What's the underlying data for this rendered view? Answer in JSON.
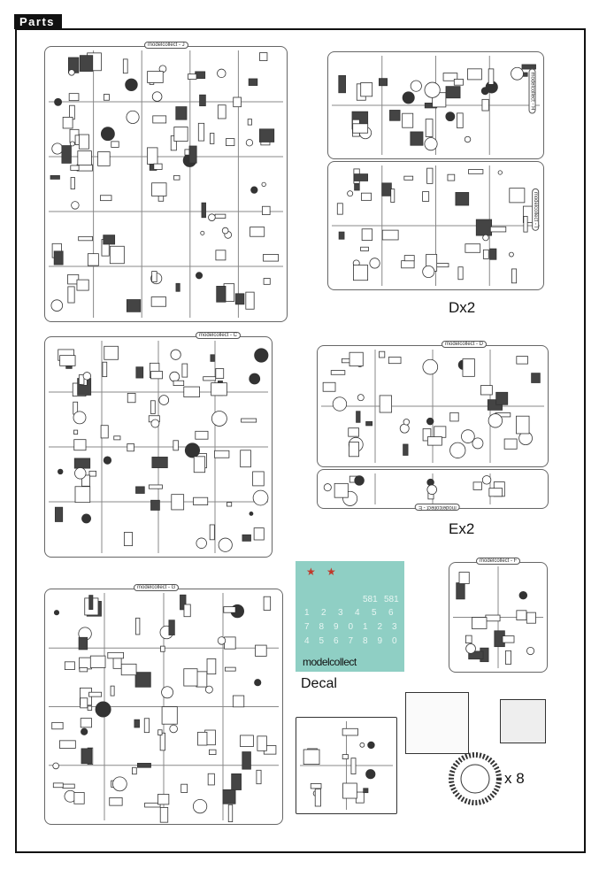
{
  "header": {
    "title": "Parts"
  },
  "sprues": [
    {
      "id": "J",
      "label": "modelcollect - J"
    },
    {
      "id": "H",
      "label": "modelcollect - H"
    },
    {
      "id": "I",
      "label": "modelcollect - I"
    },
    {
      "id": "C",
      "label": "modelcollect - C"
    },
    {
      "id": "D",
      "label": "modelcollect - D"
    },
    {
      "id": "E",
      "label": "modelcollect - E"
    },
    {
      "id": "G",
      "label": "modelcollect - G"
    },
    {
      "id": "F",
      "label": "modelcollect - F"
    }
  ],
  "quantities": {
    "d": "Dx2",
    "e": "Ex2",
    "wheel": "x 8"
  },
  "decal": {
    "title": "Decal",
    "brand": "modelcollect",
    "hull_numbers": [
      "581",
      "581"
    ],
    "digits_row1": [
      "1",
      "2",
      "3",
      "4",
      "5",
      "6"
    ],
    "digits_row2": [
      "7",
      "8",
      "9",
      "0",
      "1",
      "2",
      "3"
    ],
    "digits_row3": [
      "4",
      "5",
      "6",
      "7",
      "8",
      "9",
      "0"
    ],
    "background_color": "#8fcfc4",
    "star_color": "#c0392b"
  }
}
